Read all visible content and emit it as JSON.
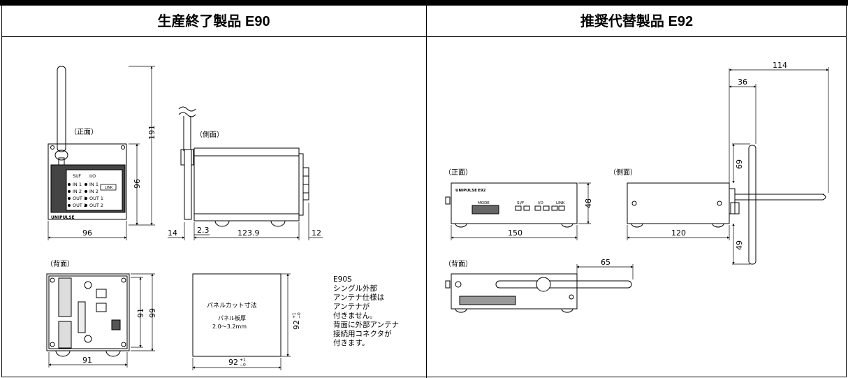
{
  "header": {
    "left_title": "生産終了製品 E90",
    "right_title": "推奨代替製品 E92"
  },
  "e90": {
    "views": {
      "front": "（正面）",
      "side": "（側面）",
      "back": "（背面）"
    },
    "dims": {
      "front_width": "96",
      "front_height": "96",
      "total_height": "191",
      "side_front": "14",
      "side_gap": "2.3",
      "side_depth": "123.9",
      "side_rear": "12",
      "back_width": "91",
      "back_height_inner": "91",
      "back_height_outer": "99"
    },
    "panel": {
      "si_f": "SI/F",
      "io": "I/O",
      "in1": "IN 1",
      "in2": "IN 2",
      "out1": "OUT 1",
      "out2": "OUT 2",
      "link": "LINK",
      "brand": "UNIPULSE"
    },
    "panel_cut": {
      "title": "パネルカット寸法",
      "thickness_label": "パネル板厚",
      "thickness_range": "2.0〜3.2mm",
      "width": "92",
      "height": "92",
      "tol_plus": "+1",
      "tol_minus": "−0"
    },
    "note": {
      "model": "E90S",
      "lines": [
        "シングル外部",
        "アンテナ仕様は",
        "アンテナが",
        "付きません。",
        "背面に外部アンテナ",
        "接続用コネクタが",
        "付きます。"
      ]
    }
  },
  "e92": {
    "views": {
      "front": "（正面）",
      "side": "（側面）",
      "back": "（背面）"
    },
    "dims": {
      "front_width": "150",
      "front_height": "48",
      "side_depth": "120",
      "top_total": "114",
      "top_offset": "36",
      "antenna_up": "69",
      "antenna_down": "49",
      "back_antenna": "65"
    },
    "panel": {
      "brand": "UNIPULSE",
      "model": "E92",
      "mode": "MODE",
      "sif": "SI/F",
      "io": "I/O",
      "link": "LINK"
    }
  }
}
